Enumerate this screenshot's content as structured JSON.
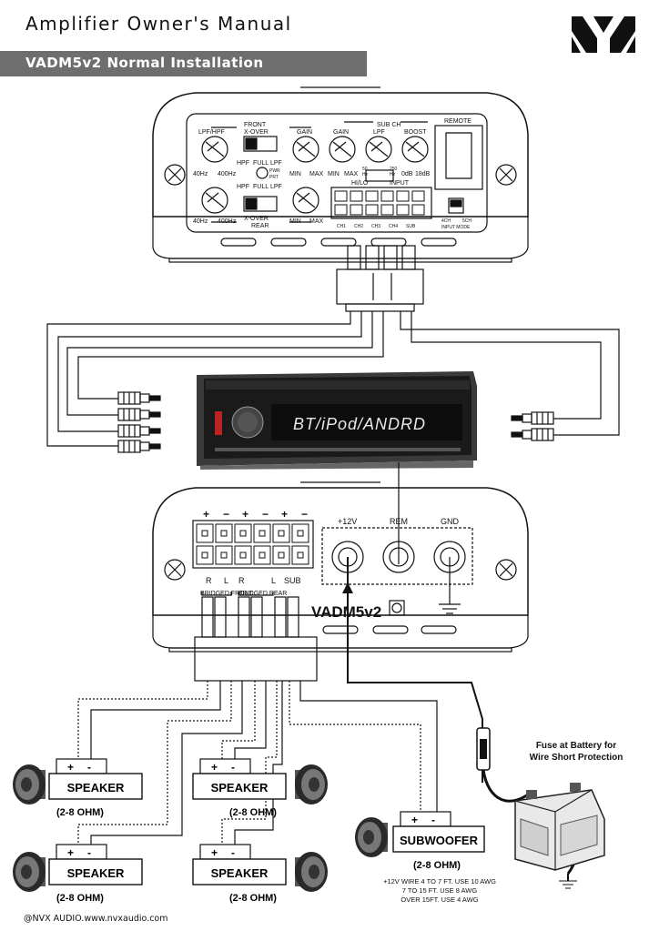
{
  "header": {
    "title": "Amplifier Owner's Manual",
    "section": "VADM5v2 Normal Installation"
  },
  "brand": {
    "logo_icon": "nvx-logo-icon"
  },
  "amp_top": {
    "front_label": "FRONT",
    "xover_front": "X-OVER",
    "lpf_hpf": "LPF/HPF",
    "hz40": "40Hz",
    "hz400": "400Hz",
    "hpf": "HPF",
    "full": "FULL",
    "lpf": "LPF",
    "gain": "GAIN",
    "min": "MIN",
    "max": "MAX",
    "pwr": "PWR",
    "prt": "PRT",
    "xover_rear": "X-OVER",
    "rear_label": "REAR",
    "subch": "SUB CH",
    "sub_gain": "GAIN",
    "sub_lpf": "LPF",
    "boost": "BOOST",
    "hz50": "50",
    "hz250": "250",
    "hz_unit": "Hz",
    "db0": "0dB",
    "db18": "18dB",
    "hilo": "HI/LO",
    "input": "INPUT",
    "remote": "REMOTE",
    "ch4": "4CH",
    "ch5": "5CH",
    "input_mode": "INPUT MODE",
    "ch1": "CH1",
    "ch2": "CH2",
    "ch3": "CH3",
    "ch4b": "CH4",
    "sub": "SUB"
  },
  "head_unit": {
    "display": "BT/iPod/ANDRD"
  },
  "amp_bottom": {
    "plus": "+",
    "minus": "−",
    "r": "R",
    "l": "L",
    "sub": "SUB",
    "bridged_front": "BRIDGED FRONT",
    "bridged_rear": "BRIDGED REAR",
    "p12v": "+12V",
    "rem": "REM",
    "gnd": "GND",
    "model": "VADM5v2"
  },
  "speakers": [
    {
      "label": "SPEAKER",
      "ohm": "(2-8 OHM)"
    },
    {
      "label": "SPEAKER",
      "ohm": "(2-8 OHM)"
    },
    {
      "label": "SPEAKER",
      "ohm": "(2-8 OHM)"
    },
    {
      "label": "SPEAKER",
      "ohm": "(2-8 OHM)"
    }
  ],
  "subwoofer": {
    "label": "SUBWOOFER",
    "ohm": "(2-8 OHM)"
  },
  "terminal": {
    "plus": "+",
    "minus": "-"
  },
  "fuse": {
    "line1": "Fuse at Battery for",
    "line2": "Wire Short Protection"
  },
  "wire_notes": [
    "+12V WIRE 4 TO 7 FT. USE 10 AWG",
    "7 TO 15 FT. USE 8 AWG",
    "OVER 15FT. USE 4 AWG"
  ],
  "footer": {
    "copyright": "@NVX AUDIO.www.nvxaudio.com"
  }
}
